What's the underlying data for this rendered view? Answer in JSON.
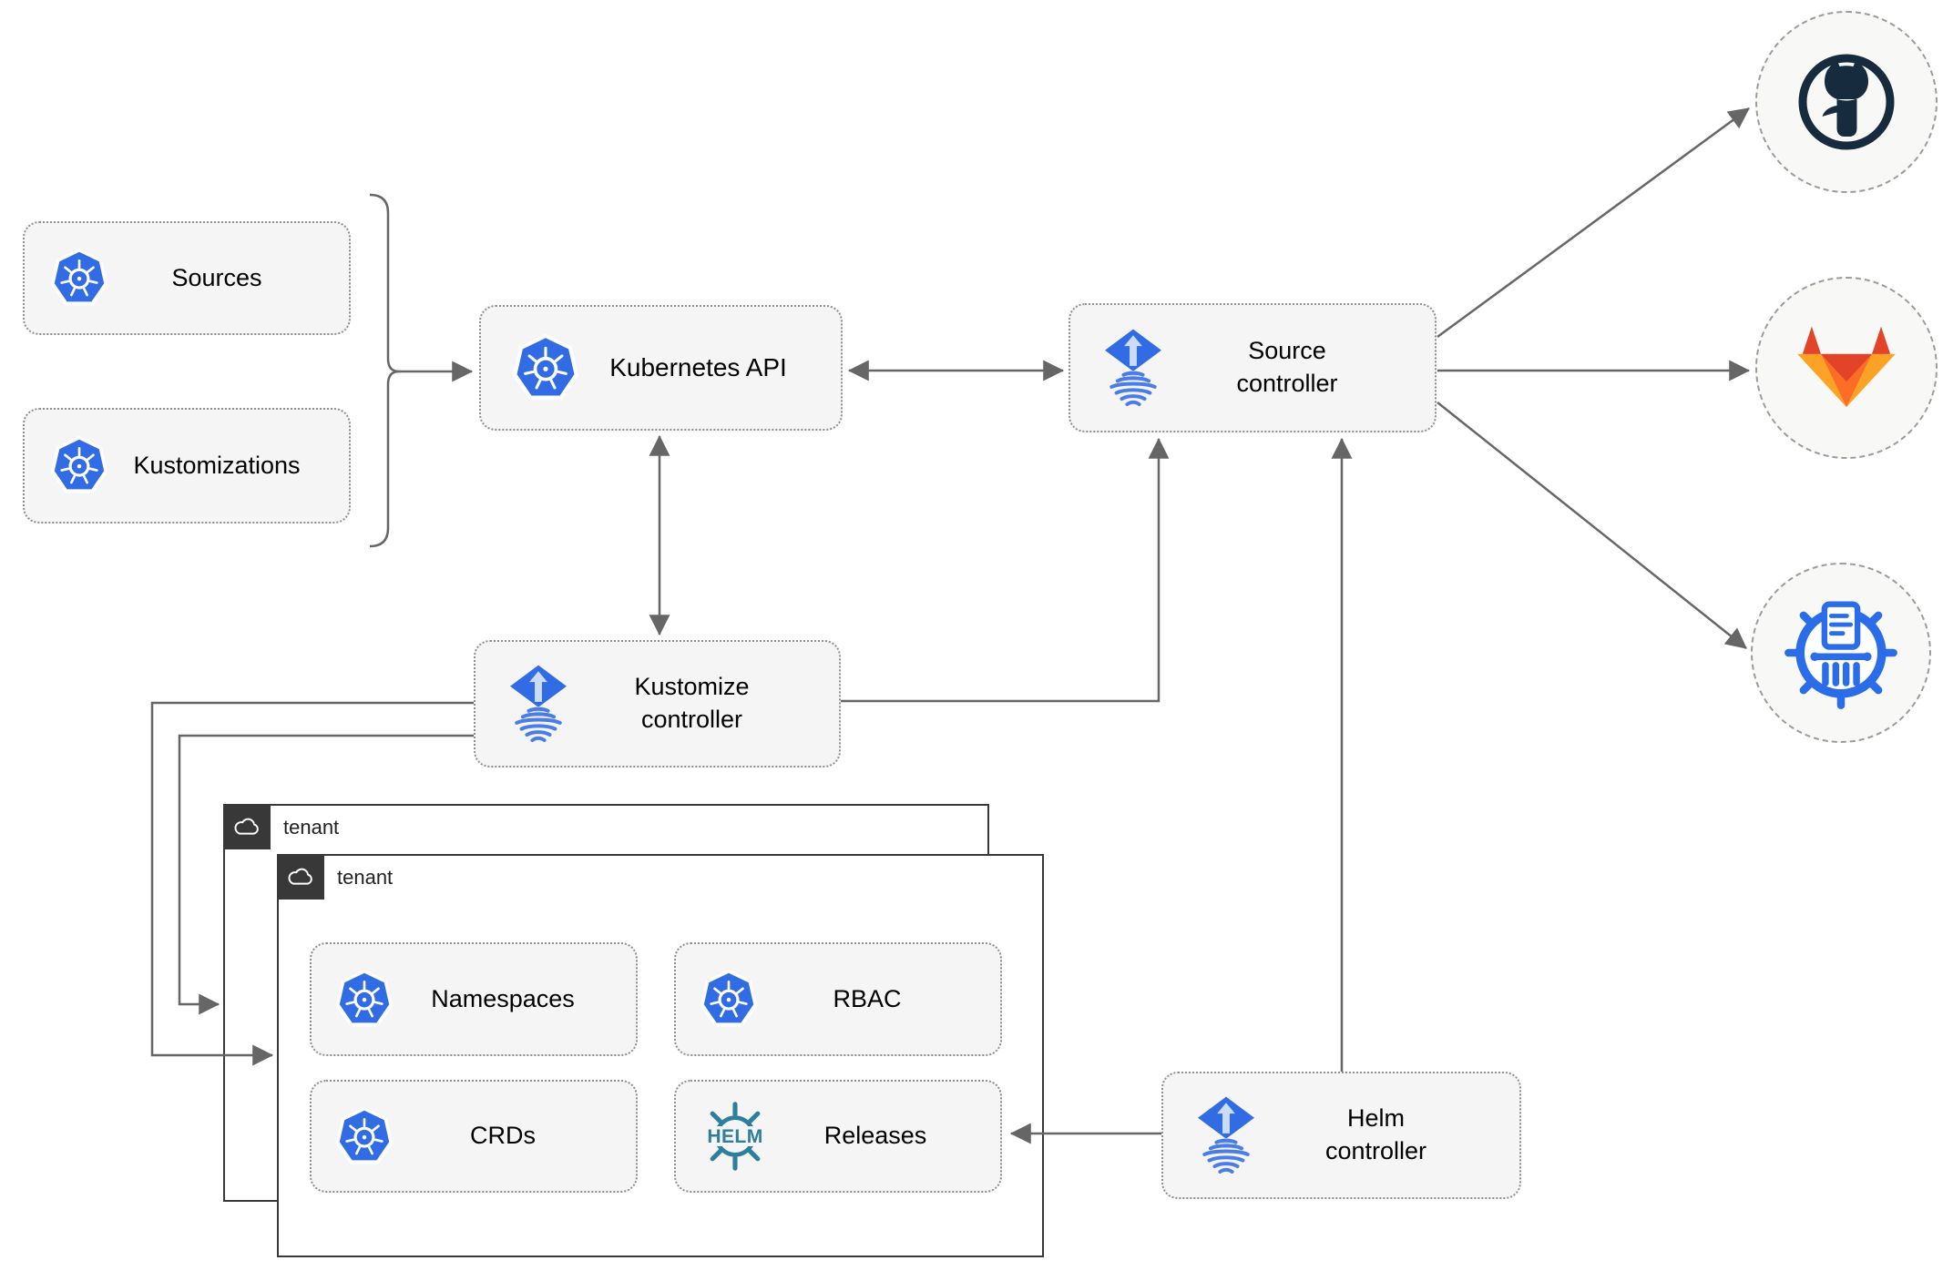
{
  "nodes": {
    "sources": {
      "label": "Sources",
      "icon": "kubernetes-icon"
    },
    "kustomizations": {
      "label": "Kustomizations",
      "icon": "kubernetes-icon"
    },
    "kubernetes_api": {
      "label": "Kubernetes API",
      "icon": "kubernetes-icon"
    },
    "source_controller": {
      "line1": "Source",
      "line2": "controller",
      "icon": "flux-icon"
    },
    "kustomize_controller": {
      "line1": "Kustomize",
      "line2": "controller",
      "icon": "flux-icon"
    },
    "helm_controller": {
      "line1": "Helm",
      "line2": "controller",
      "icon": "flux-icon"
    },
    "namespaces": {
      "label": "Namespaces",
      "icon": "kubernetes-icon"
    },
    "rbac": {
      "label": "RBAC",
      "icon": "kubernetes-icon"
    },
    "crds": {
      "label": "CRDs",
      "icon": "kubernetes-icon"
    },
    "releases": {
      "label": "Releases",
      "icon": "helm-icon",
      "icon_text": "HELM"
    }
  },
  "groups": {
    "tenant_back": {
      "label": "tenant",
      "icon": "cloud-icon"
    },
    "tenant_front": {
      "label": "tenant",
      "icon": "cloud-icon"
    }
  },
  "endpoints": {
    "github": {
      "icon": "github-icon"
    },
    "gitlab": {
      "icon": "gitlab-icon"
    },
    "helm_repository": {
      "icon": "chartmuseum-icon"
    }
  },
  "colors": {
    "kubernetes_blue": "#326CE5",
    "flux_blue": "#316CE4",
    "flux_light": "#CDDCF6",
    "flux_wave": "#4A7DE8",
    "helm_teal": "#2E7F9E",
    "chartmuseum_blue": "#2B6DE9",
    "github_dark": "#162B3D",
    "gitlab_red": "#E24329",
    "gitlab_orange": "#FC6D26",
    "gitlab_amber": "#FCA326",
    "edge_gray": "#666666",
    "node_fill": "#F5F5F5",
    "node_border": "#8F8F8F",
    "tenant_dark": "#383838",
    "circle_fill": "#F8F8F6",
    "circle_border": "#9C9C9C",
    "text_black": "#000000"
  }
}
